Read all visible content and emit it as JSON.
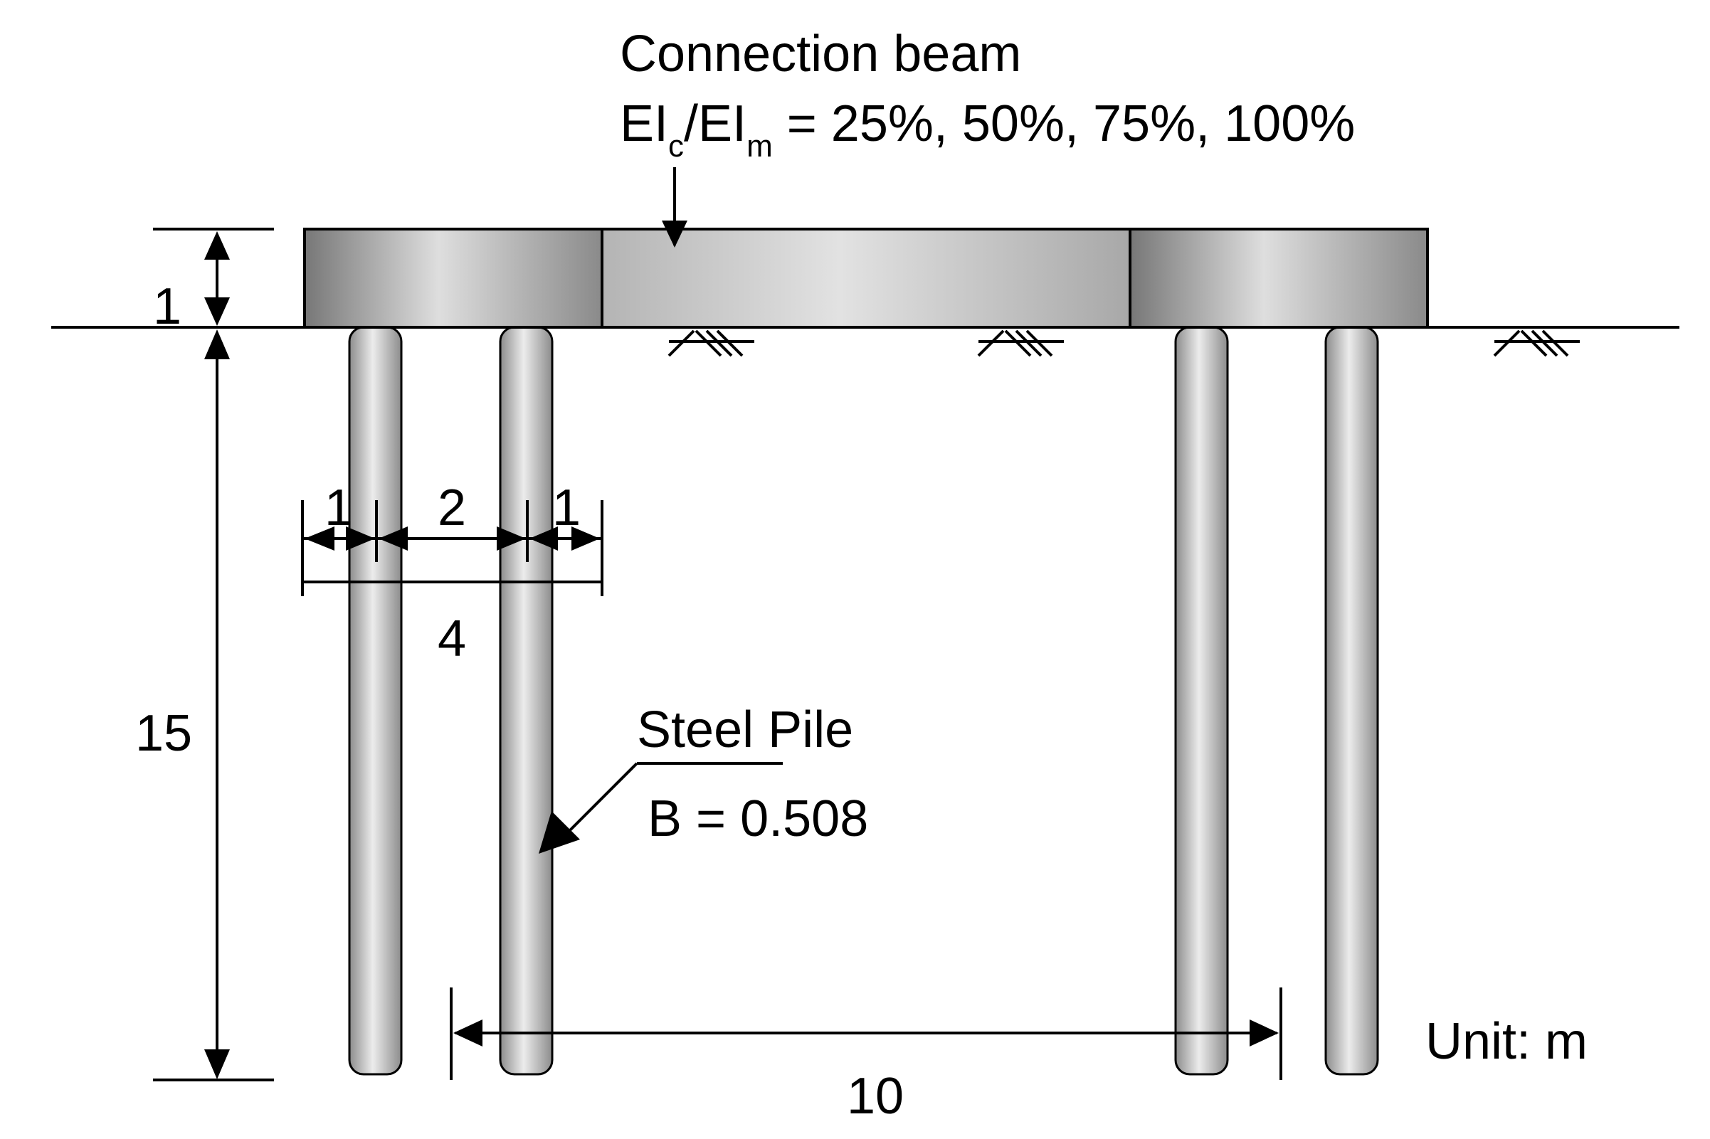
{
  "beam": {
    "title": "Connection beam",
    "ratio_prefix_EI1": "EI",
    "ratio_sub_c": "c",
    "ratio_slash_EI2": "/EI",
    "ratio_sub_m": "m",
    "ratio_values": " = 25%, 50%, 75%, 100%"
  },
  "pile": {
    "name": "Steel Pile",
    "diameter": "B = 0.508"
  },
  "dimensions": {
    "cap_thickness": "1",
    "pile_length": "15",
    "edge_left": "1",
    "pile_spacing": "2",
    "edge_right": "1",
    "cap_width": "4",
    "cap_spacing": "10"
  },
  "unit": "Unit: m"
}
